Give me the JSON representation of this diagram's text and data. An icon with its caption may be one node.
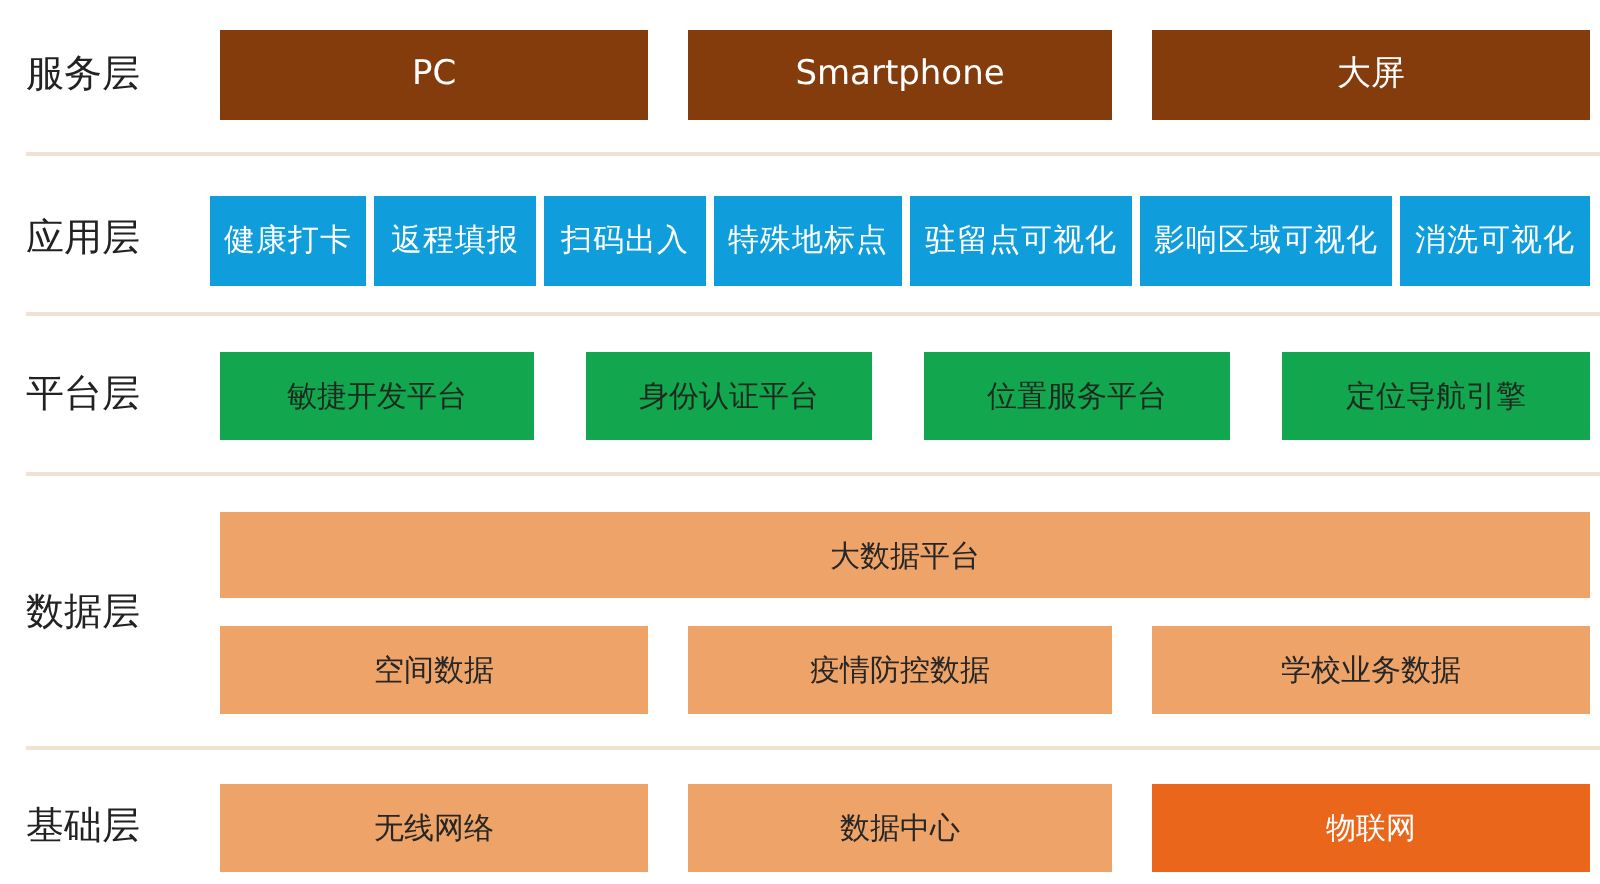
{
  "diagram": {
    "nodes": [
      {
        "text": [
          "PC"
        ]
      },
      {
        "text": [
          "Smartphone"
        ]
      },
      {
        "text": [
          "大屏"
        ]
      },
      {
        "text": [
          "健康打卡"
        ]
      },
      {
        "text": [
          "返程填报"
        ]
      },
      {
        "text": [
          "扫码出入"
        ]
      },
      {
        "text": [
          "特殊地标点"
        ]
      },
      {
        "text": [
          "驻留点可视化"
        ]
      },
      {
        "text": [
          "影响区域可视化"
        ]
      },
      {
        "text": [
          "消洗可视化"
        ]
      },
      {
        "text": [
          "敏捷开发平台"
        ]
      },
      {
        "text": [
          "身份认证平台"
        ]
      },
      {
        "text": [
          "位置服务平台"
        ]
      },
      {
        "text": [
          "定位导航引擎"
        ]
      },
      {
        "text": [
          "大数据平台"
        ]
      },
      {
        "text": [
          "空间数据"
        ]
      },
      {
        "text": [
          "疫情防控数据"
        ]
      },
      {
        "text": [
          "学校业务数据"
        ]
      },
      {
        "text": [
          "无线网络"
        ]
      },
      {
        "text": [
          "数据中心"
        ]
      },
      {
        "text": [
          "物联网"
        ]
      }
    ],
    "labels": [
      "服务层",
      "应用层",
      "平台层",
      "数据层",
      "基础层"
    ]
  }
}
